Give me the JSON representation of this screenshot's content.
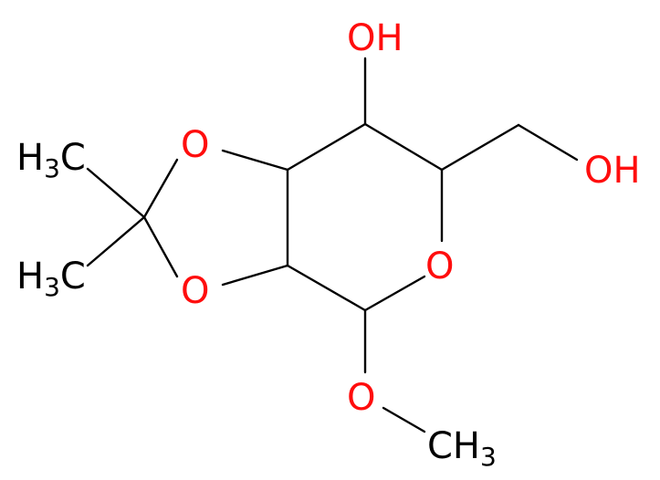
{
  "molecule": {
    "atoms": {
      "oh_top": "OH",
      "oh_right": "OH",
      "o_dioxolane_top": "O",
      "o_dioxolane_bottom": "O",
      "o_ring": "O",
      "o_methoxy": "O",
      "methyl_upper": {
        "main": "H",
        "sub": "3",
        "tail": "C"
      },
      "methyl_lower": {
        "main": "H",
        "sub": "3",
        "tail": "C"
      },
      "methoxy_carbon": {
        "main": "CH",
        "sub": "3"
      }
    },
    "colors": {
      "oxygen": "#ff0d0d",
      "carbon": "#000000",
      "bond": "#000000"
    }
  }
}
